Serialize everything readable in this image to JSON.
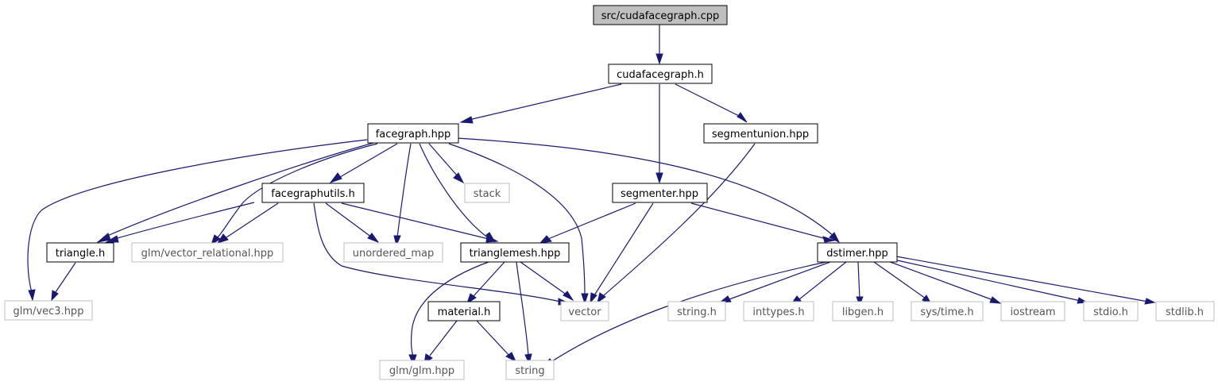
{
  "title": "src/cudafacegraph.cpp",
  "colors": {
    "edge": "#191970",
    "root_fill": "#bfbfbf",
    "node_border": "#000000",
    "external_border": "#bfbfbf"
  },
  "nodes": {
    "root": "src/cudafacegraph.cpp",
    "cudafacegraph_h": "cudafacegraph.h",
    "facegraph_hpp": "facegraph.hpp",
    "segmentunion_hpp": "segmentunion.hpp",
    "facegraphutils_h": "facegraphutils.h",
    "stack": "stack",
    "segmenter_hpp": "segmenter.hpp",
    "triangle_h": "triangle.h",
    "glm_vector_relational_hpp": "glm/vector_relational.hpp",
    "unordered_map": "unordered_map",
    "trianglemesh_hpp": "trianglemesh.hpp",
    "dstimer_hpp": "dstimer.hpp",
    "glm_vec3_hpp": "glm/vec3.hpp",
    "material_h": "material.h",
    "vector": "vector",
    "string_h": "string.h",
    "inttypes_h": "inttypes.h",
    "libgen_h": "libgen.h",
    "sys_time_h": "sys/time.h",
    "iostream": "iostream",
    "stdio_h": "stdio.h",
    "stdlib_h": "stdlib.h",
    "glm_glm_hpp": "glm/glm.hpp",
    "string": "string"
  }
}
